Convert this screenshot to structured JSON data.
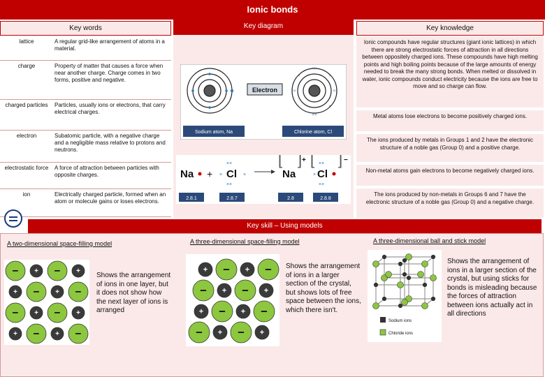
{
  "title": "Ionic bonds",
  "key_words": {
    "heading": "Key words",
    "rows": [
      {
        "term": "lattice",
        "definition": "A regular grid-like arrangement of atoms in a material."
      },
      {
        "term": "charge",
        "definition": "Property of matter that causes a force when near another charge. Charge comes in two forms, positive and negative."
      },
      {
        "term": "charged particles",
        "definition": "Particles, usually ions or electrons, that carry electrical charges."
      },
      {
        "term": "electron",
        "definition": "Subatomic particle, with a negative charge and a negligible mass relative to protons and neutrons."
      },
      {
        "term": "electrostatic force",
        "definition": "A force of attraction between particles with opposite charges."
      },
      {
        "term": "ion",
        "definition": "Electrically charged particle, formed when an atom or molecule gains or loses electrons."
      }
    ]
  },
  "key_diagram": {
    "heading": "Key diagram",
    "sodium_label": "Sodium atom, Na",
    "chlorine_label": "Chlorine atom, Cl",
    "electron_label": "Electron",
    "na": "Na",
    "cl": "Cl",
    "plus": "+",
    "minus": "−",
    "na_config": "2.8.1",
    "cl_config": "2.8.7",
    "na_ion_config": "2.8",
    "cl_ion_config": "2.8.8"
  },
  "key_knowledge": {
    "heading": "Key knowledge",
    "items": [
      "Ionic compounds have regular structures (giant ionic lattices) in which there are strong electrostatic forces of attraction in all directions between oppositely charged ions. These compounds have high melting points and high boiling points because of the large amounts of energy needed to break the many strong bonds. When melted or dissolved in water, ionic compounds conduct electricity because the ions are free to move and so charge can flow.",
      "Metal atoms lose electrons to become positively charged ions.",
      "The ions produced by metals in Groups 1 and 2 have the electronic structure of a noble gas (Group 0) and a positive charge.",
      "Non-metal atoms gain electrons to become negatively charged ions.",
      "The ions produced by non-metals in Groups 6 and 7 have the electronic structure of a noble gas (Group 0) and a negative charge."
    ]
  },
  "key_skill": {
    "heading": "Key skill – Using models",
    "models": [
      {
        "caption": "A two-dimensional space-filling model",
        "text": "Shows the arrangement of ions in one layer, but it does not show how the next layer of ions is arranged"
      },
      {
        "caption": "A three-dimensional space-filling model",
        "text": "Shows the arrangement of ions in a larger section of the crystal, but shows lots of free space between the ions, which there isn't."
      },
      {
        "caption": "A three-dimensional ball and stick model",
        "text": "Shows the arrangement of ions in a larger section of the crystal, but using sticks for bonds is misleading because the forces of attraction between ions actually act in all directions"
      }
    ],
    "legend_sodium": "Sodium ions",
    "legend_chloride": "Chloride ions"
  },
  "colors": {
    "accent": "#c00000",
    "panel": "#fbe9e9",
    "ion_green": "#8dc63f"
  }
}
